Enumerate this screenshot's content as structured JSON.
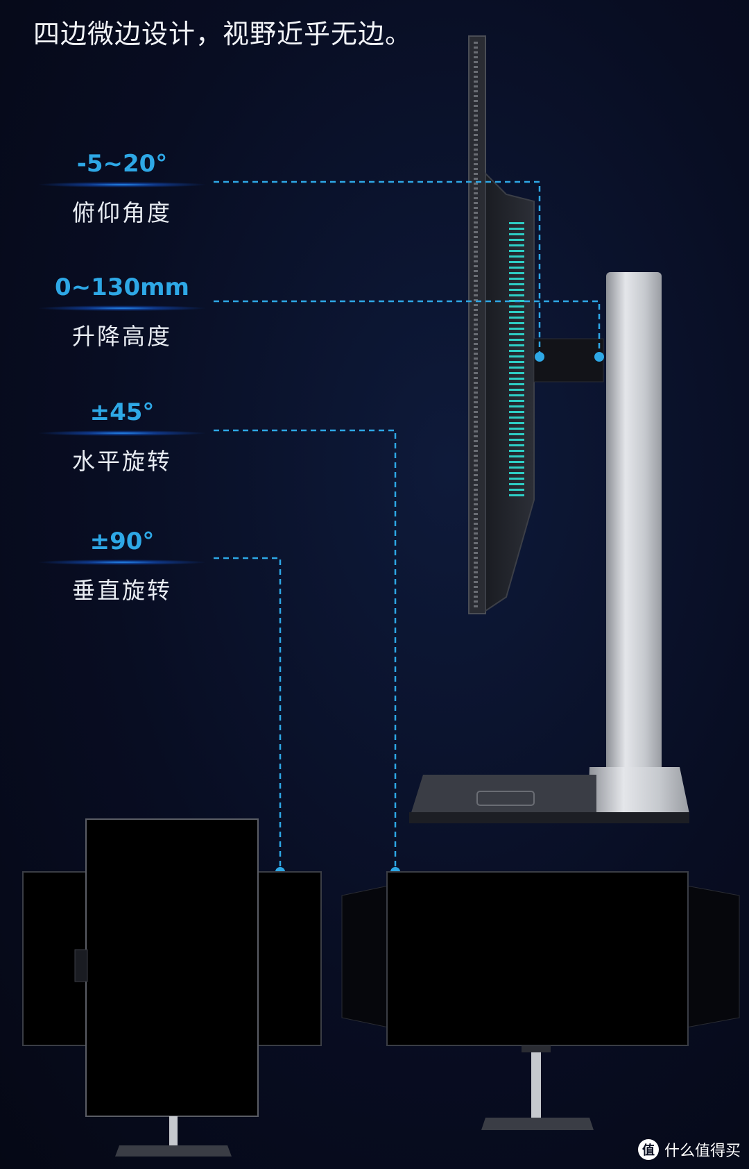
{
  "headline": "四边微边设计，视野近乎无边。",
  "specs": [
    {
      "value": "-5~20°",
      "label": "俯仰角度"
    },
    {
      "value": "0~130mm",
      "label": "升降高度"
    },
    {
      "value": "±45°",
      "label": "水平旋转"
    },
    {
      "value": "±90°",
      "label": "垂直旋转"
    }
  ],
  "watermark": {
    "badge": "值",
    "text": "什么值得买"
  },
  "colors": {
    "accent": "#2ea8e6",
    "background": "#080d22",
    "dashed_line": "#2ea8e6",
    "stand": "#c9ccd1"
  },
  "icons": {
    "watermark": "zhide-badge-icon"
  }
}
